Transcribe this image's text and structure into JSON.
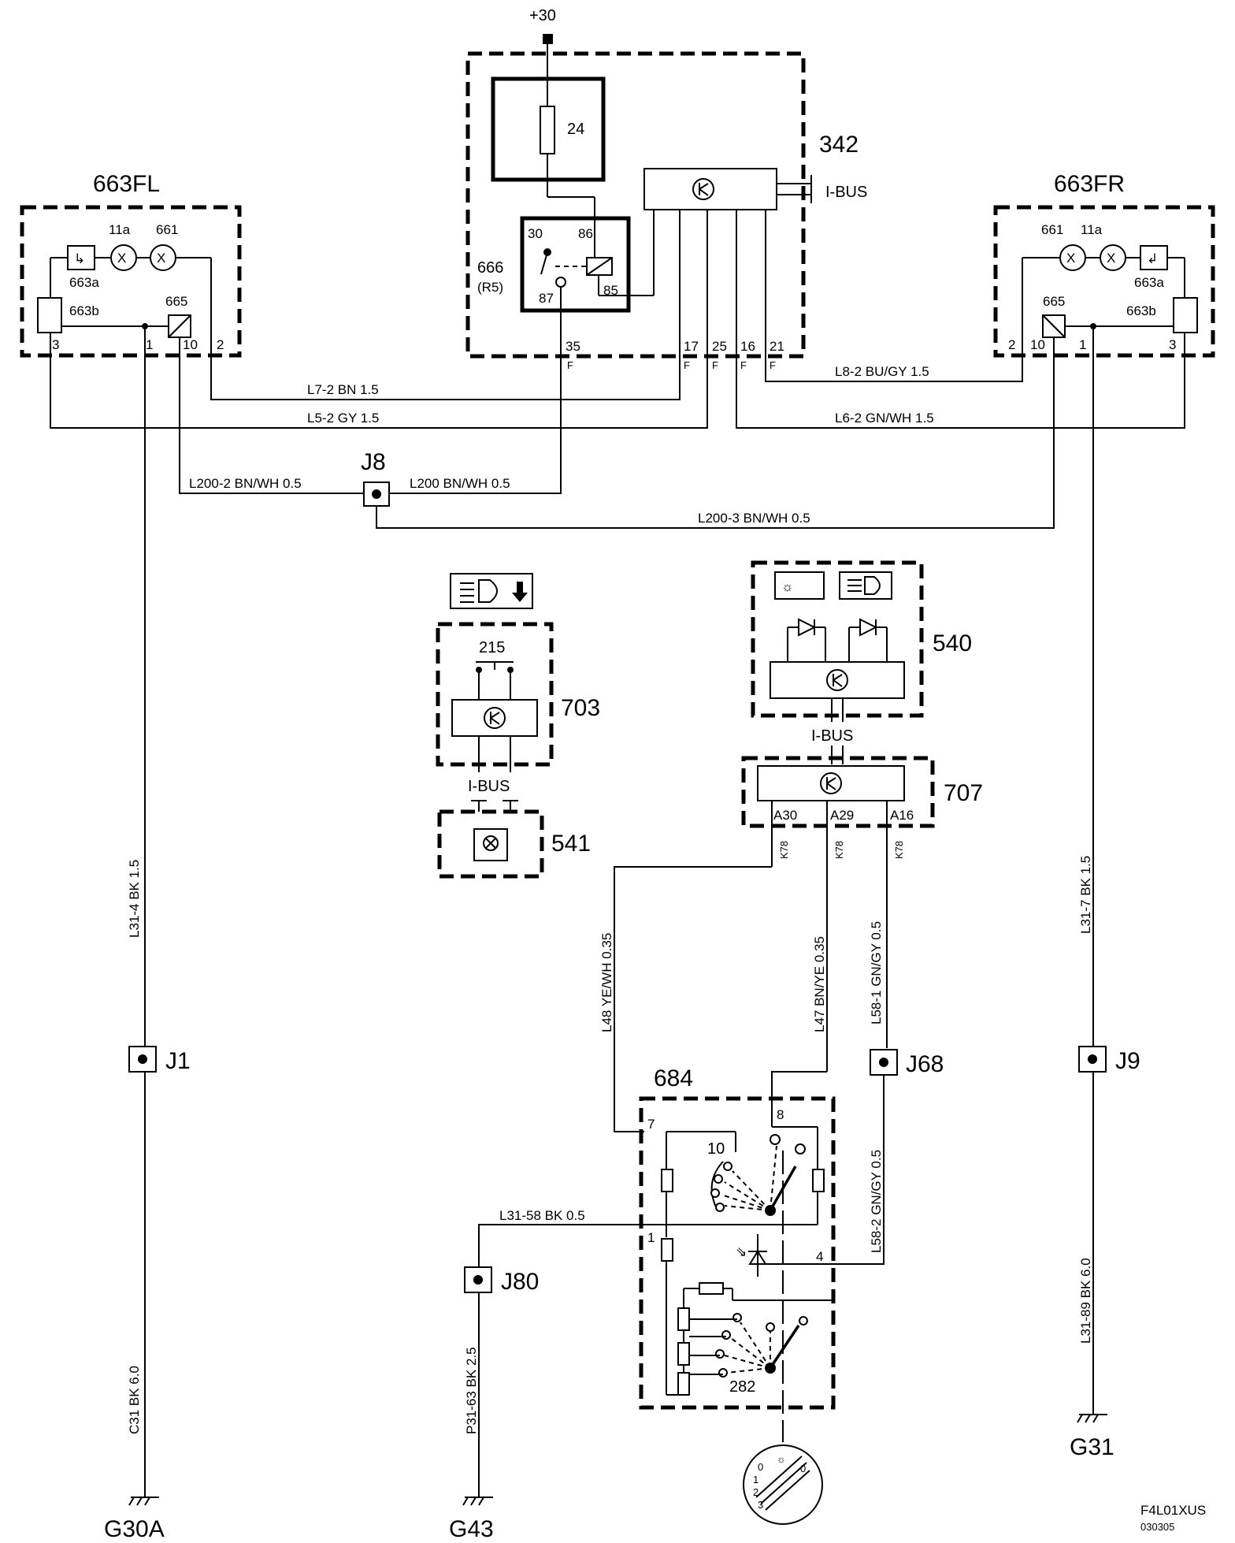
{
  "power": {
    "label": "+30"
  },
  "components": {
    "c342": "342",
    "c24": "24",
    "c666": "666",
    "c666_sub": "(R5)",
    "relay_pins": {
      "p30": "30",
      "p86": "86",
      "p87": "87",
      "p85": "85"
    },
    "ibus_top": "I-BUS",
    "c663fl": "663FL",
    "c663fr": "663FR",
    "c11a_l": "11a",
    "c661_l": "661",
    "c663a_l": "663a",
    "c663b_l": "663b",
    "c665_l": "665",
    "c11a_r": "11a",
    "c661_r": "661",
    "c663a_r": "663a",
    "c663b_r": "663b",
    "c665_r": "665",
    "c540": "540",
    "c703": "703",
    "c215": "215",
    "c707": "707",
    "c541": "541",
    "c684": "684",
    "c282": "282",
    "ibus_540": "I-BUS",
    "ibus_703": "I-BUS"
  },
  "pins": {
    "fl": {
      "p3": "3",
      "p1": "1",
      "p10": "10",
      "p2": "2"
    },
    "fr": {
      "p2": "2",
      "p10": "10",
      "p1": "1",
      "p3": "3"
    },
    "ecu": {
      "p35": "35",
      "p17": "17",
      "p25": "25",
      "p16": "16",
      "p21": "21",
      "f": "F"
    },
    "c707": {
      "a30": "A30",
      "a29": "A29",
      "a16": "A16",
      "k78": "K78"
    },
    "c684": {
      "p7": "7",
      "p8": "8",
      "p10": "10",
      "p1": "1",
      "p4": "4"
    }
  },
  "wires": {
    "l7_2": "L7-2  BN  1.5",
    "l5_2": "L5-2  GY  1.5",
    "l8_2": "L8-2  BU/GY  1.5",
    "l6_2": "L6-2  GN/WH 1.5",
    "l200_2": "L200-2  BN/WH  0.5",
    "l200": "L200  BN/WH  0.5",
    "l200_3": "L200-3  BN/WH  0.5",
    "l31_4": "L31-4  BK  1.5",
    "c31": "C31  BK  6.0",
    "l31_7": "L31-7  BK  1.5",
    "l31_89": "L31-89  BK  6.0",
    "l48": "L48  YE/WH  0.35",
    "l47": "L47  BN/YE  0.35",
    "l58_1": "L58-1  GN/GY  0.5",
    "l58_2": "L58-2  GN/GY  0.5",
    "l31_58": "L31-58  BK   0.5",
    "p31_63": "P31-63  BK  2.5"
  },
  "junctions": {
    "j8": "J8",
    "j1": "J1",
    "j9": "J9",
    "j68": "J68",
    "j80": "J80"
  },
  "grounds": {
    "g30a": "G30A",
    "g43": "G43",
    "g31": "G31"
  },
  "switch_positions": [
    "0",
    "1",
    "2",
    "3"
  ],
  "footer": {
    "code": "F4L01XUS",
    "date": "030305"
  }
}
